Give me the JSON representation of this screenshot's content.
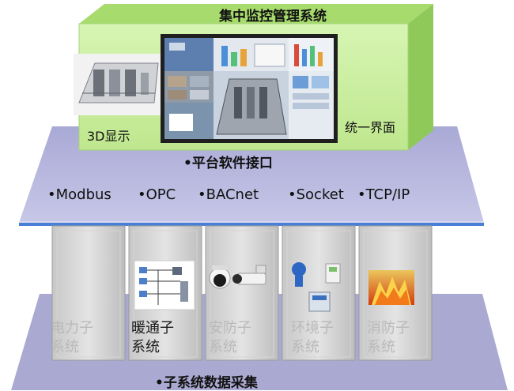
{
  "top_box": {
    "title": "集中监控管理系统",
    "label_3d": "3D显示",
    "label_ui": "统一界面"
  },
  "platform": {
    "title": "•平台软件接口",
    "protocols": [
      "•Modbus",
      "•OPC",
      "•BACnet",
      "•Socket",
      "•TCP/IP"
    ]
  },
  "subsystems": [
    {
      "label": "电力子系统",
      "line1": "电力子",
      "line2": "系统",
      "color": "#b9b9b9"
    },
    {
      "label": "暖通子系统",
      "line1": "暖通子",
      "line2": "系统",
      "color": "#1a1a1a"
    },
    {
      "label": "安防子系统",
      "line1": "安防子",
      "line2": "系统",
      "color": "#b9b9b9"
    },
    {
      "label": "环境子系统",
      "line1": "环境子",
      "line2": "系统",
      "color": "#b9b9b9"
    },
    {
      "label": "消防子系统",
      "line1": "消防子",
      "line2": "系统",
      "color": "#b9b9b9"
    }
  ],
  "bottom": {
    "title": "•子系统数据采集"
  },
  "colors": {
    "green_front": "#c7ed9d",
    "green_top": "#a7db6d",
    "green_side": "#8fc95a",
    "platform": "#b7b7dc",
    "bottom_plate": "#a9a9d2",
    "accent_line": "#4a7fd6"
  }
}
